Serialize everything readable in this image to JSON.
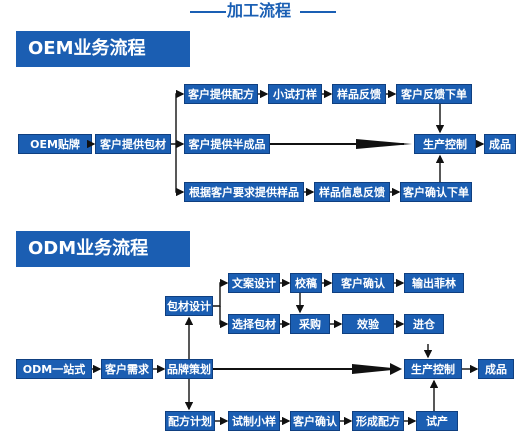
{
  "title": "加工流程",
  "oem": {
    "heading": "OEM业务流程",
    "nodes": {
      "start": "OEM贴牌",
      "supply_material": "客户提供包材",
      "formula": "客户提供配方",
      "trial": "小试打样",
      "sample_feedback": "样品反馈",
      "order": "客户反馈下单",
      "semi": "客户提供半成品",
      "production": "生产控制",
      "product": "成品",
      "by_sample": "根据客户要求提供样品",
      "sample_info": "样品信息反馈",
      "confirm_order": "客户确认下单"
    }
  },
  "odm": {
    "heading": "ODM业务流程",
    "nodes": {
      "start": "ODM一站式",
      "demand": "客户需求",
      "brand": "品牌策划",
      "packaging_design": "包材设计",
      "copy_design": "文案设计",
      "proof": "校稿",
      "customer_confirm": "客户确认",
      "film": "输出菲林",
      "select_material": "选择包材",
      "purchase": "采购",
      "inspect": "效验",
      "warehouse": "进仓",
      "production": "生产控制",
      "product": "成品",
      "formula_plan": "配方计划",
      "trial_sample": "试制小样",
      "confirm2": "客户确认",
      "form_formula": "形成配方",
      "trial_production": "试产"
    }
  }
}
